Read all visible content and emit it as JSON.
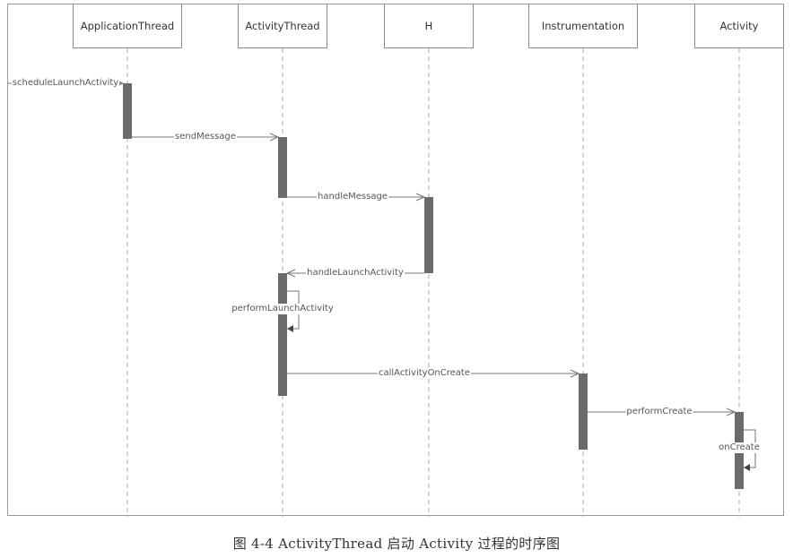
{
  "lifelines": [
    {
      "name": "ApplicationThread"
    },
    {
      "name": "ActivityThread"
    },
    {
      "name": "H"
    },
    {
      "name": "Instrumentation"
    },
    {
      "name": "Activity"
    }
  ],
  "messages": [
    {
      "label": "scheduleLaunchActivity",
      "from": "external",
      "to": "ApplicationThread"
    },
    {
      "label": "sendMessage",
      "from": "ApplicationThread",
      "to": "ActivityThread"
    },
    {
      "label": "handleMessage",
      "from": "ActivityThread",
      "to": "H"
    },
    {
      "label": "handleLaunchActivity",
      "from": "H",
      "to": "ActivityThread"
    },
    {
      "label": "performLaunchActivity",
      "from": "ActivityThread",
      "to": "ActivityThread"
    },
    {
      "label": "callActivityOnCreate",
      "from": "ActivityThread",
      "to": "Instrumentation"
    },
    {
      "label": "performCreate",
      "from": "Instrumentation",
      "to": "Activity"
    },
    {
      "label": "onCreate",
      "from": "Activity",
      "to": "Activity"
    }
  ],
  "caption": "图 4-4    ActivityThread 启动 Activity 过程的时序图",
  "colors": {
    "activation": "#6b6b6b",
    "lifeline": "#a8a8a8",
    "arrow": "#777777",
    "border": "#8c8c8c"
  }
}
